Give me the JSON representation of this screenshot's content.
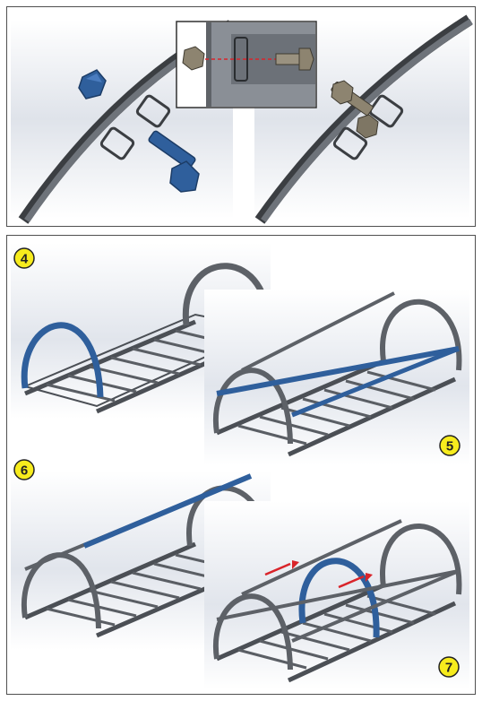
{
  "steps": [
    {
      "number": "4"
    },
    {
      "number": "5"
    },
    {
      "number": "6"
    },
    {
      "number": "7"
    }
  ],
  "colors": {
    "frame": "#5d6167",
    "frame_dark": "#3b3e42",
    "highlight_blue": "#2f5f9c",
    "badge_fill": "#f7ec1d",
    "badge_stroke": "#222222",
    "arrow": "#d9242a",
    "background_fade": "#e4e7ee"
  },
  "icons": {
    "bolt": "hex-bolt-icon",
    "nut": "hex-nut-icon",
    "arrow": "move-arrow-icon"
  }
}
